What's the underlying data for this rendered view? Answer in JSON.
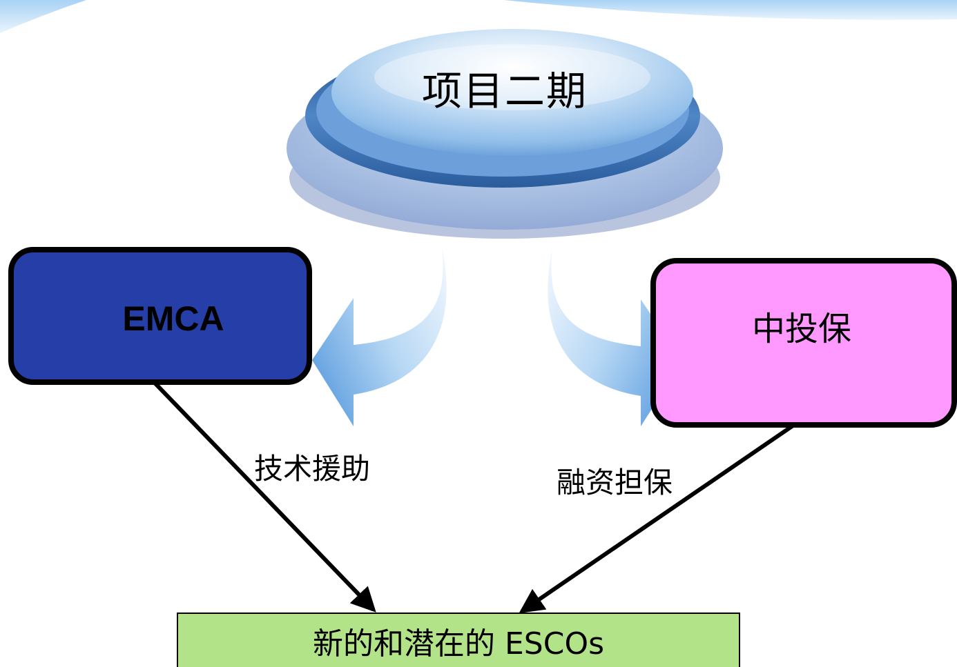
{
  "diagram": {
    "top_node": {
      "label": "项目二期"
    },
    "left_node": {
      "label": "EMCA",
      "fill": "#263fa8"
    },
    "right_node": {
      "label": "中投保",
      "fill": "#ff99ff"
    },
    "bottom_node": {
      "label": "新的和潜在的 ESCOs",
      "fill": "#b2e388"
    },
    "left_edge_label": "技术援助",
    "right_edge_label": "融资担保"
  },
  "colors": {
    "disc_blue": "#6fa3dc",
    "arrow_blue": "#79b3ea",
    "outline": "#000000"
  }
}
